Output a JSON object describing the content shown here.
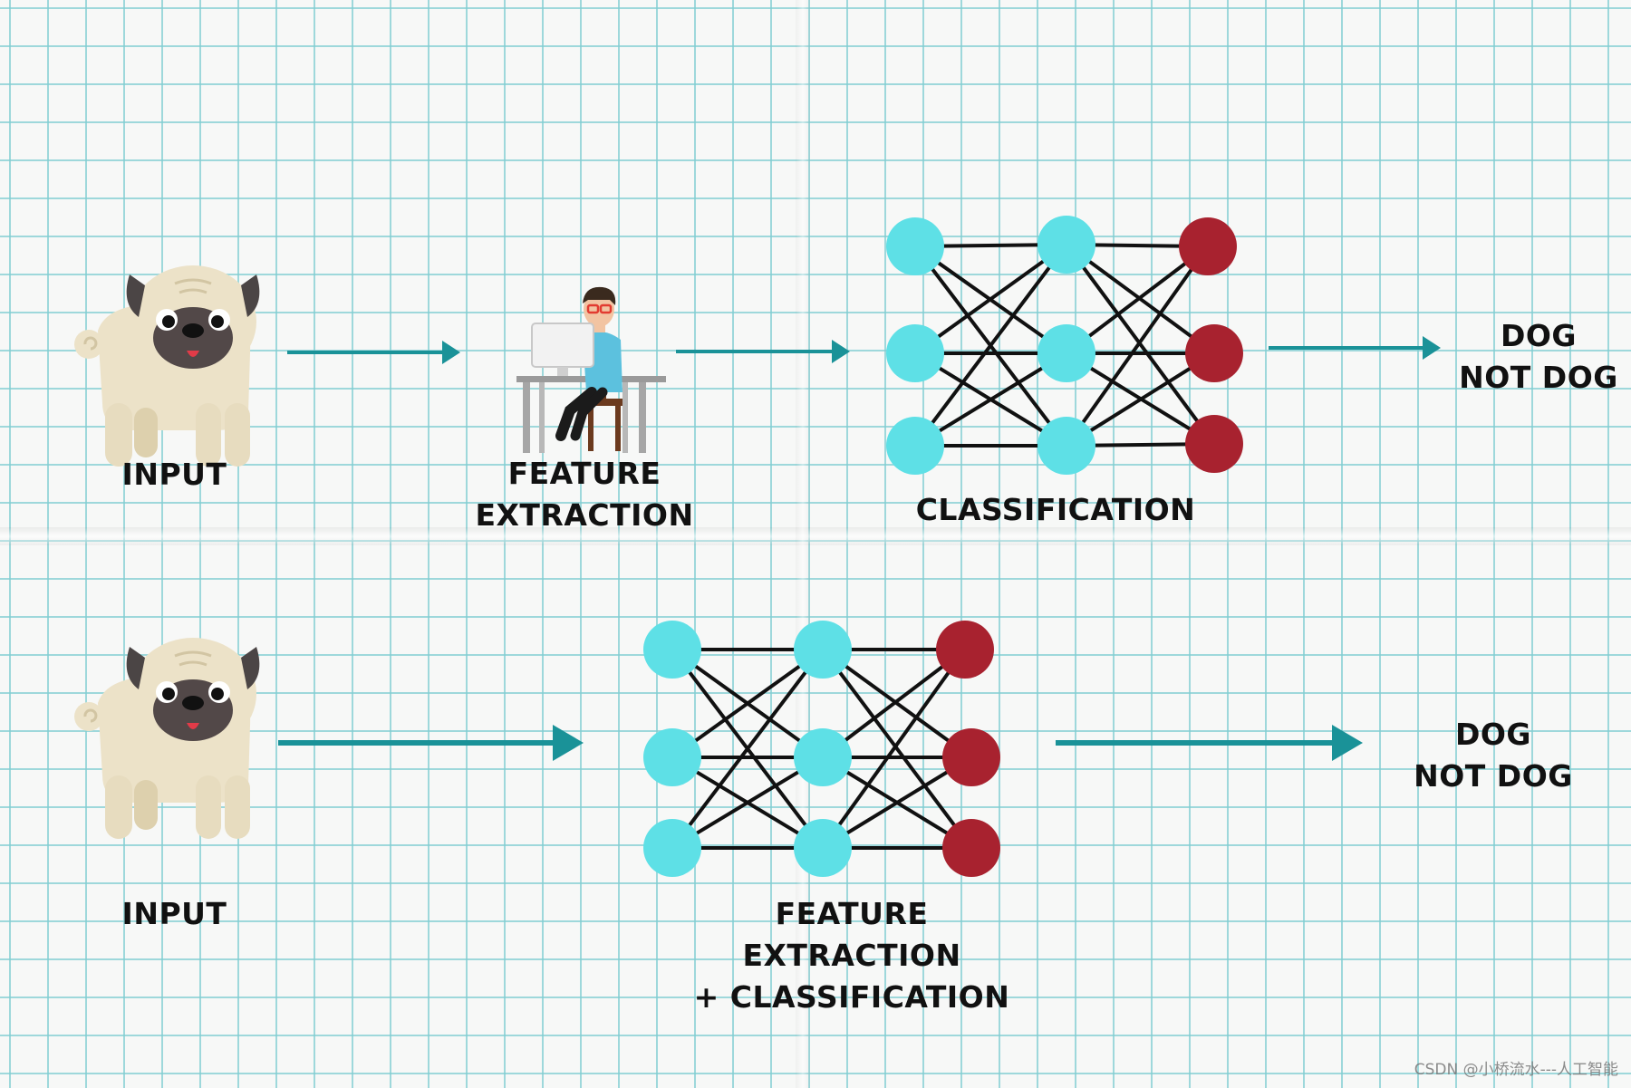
{
  "colors": {
    "node_hidden": "#5ee0e6",
    "node_output": "#a8222f",
    "edge": "#111111",
    "arrow": "#1a9298",
    "grid": "#80ced2"
  },
  "row_top": {
    "input_label": "INPUT",
    "feature_label_line1": "FEATURE",
    "feature_label_line2": "EXTRACTION",
    "classification_label": "CLASSIFICATION",
    "output_line1": "DOG",
    "output_line2": "NOT DOG"
  },
  "row_bottom": {
    "input_label": "INPUT",
    "network_label_line1": "FEATURE EXTRACTION",
    "network_label_line2": "+ CLASSIFICATION",
    "output_line1": "DOG",
    "output_line2": "NOT DOG"
  },
  "watermark": "CSDN @小桥流水---人工智能",
  "icons": [
    "pug-dog-icon",
    "person-at-computer-icon"
  ]
}
